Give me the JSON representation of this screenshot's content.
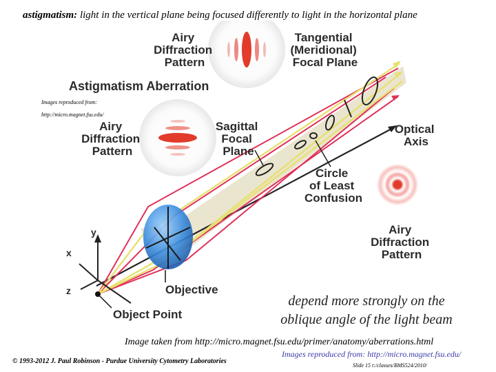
{
  "caption": {
    "term": "astigmatism:",
    "text": " light in the vertical plane being focused differently to light in the horizontal  plane"
  },
  "diagram": {
    "title": "Astigmatism Aberration",
    "airy_top": [
      "Airy",
      "Diffraction",
      "Pattern"
    ],
    "tangential": [
      "Tangential",
      "(Meridional)",
      "Focal Plane"
    ],
    "airy_left": [
      "Airy",
      "Diffraction",
      "Pattern"
    ],
    "sagittal": [
      "Sagittal",
      "Focal",
      "Plane"
    ],
    "optical_axis": [
      "Optical",
      "Axis"
    ],
    "circle_least": [
      "Circle",
      "of Least",
      "Confusion"
    ],
    "airy_right": [
      "Airy",
      "Diffraction",
      "Pattern"
    ],
    "axis_y": "y",
    "axis_x": "x",
    "axis_z": "z",
    "objective": "Objective",
    "object_point": "Object Point",
    "repro_line1": "Images reproduced from:",
    "repro_line2": "http://micro.magnet.fsu.edu/"
  },
  "commentary": [
    "depend more strongly on the",
    "oblique angle of the light beam"
  ],
  "image_credit": "Image taken from http://micro.magnet.fsu.edu/primer/anatomy/aberrations.html",
  "source_credit": "Images reproduced from: http://micro.magnet.fsu.edu/",
  "copyright": "© 1993-2012 J. Paul Robinson - Purdue University Cytometry Laboratories",
  "slide_id": "Slide 15  t:/classes/BMS524/2010/",
  "colors": {
    "ray_red": "#e0315a",
    "ray_yellow": "#e8e070",
    "lens_blue": "#3d8fe0",
    "beam_tan": "#c9b98a",
    "airy_red": "#e23b2b",
    "text_dark": "#2b2b2b"
  }
}
